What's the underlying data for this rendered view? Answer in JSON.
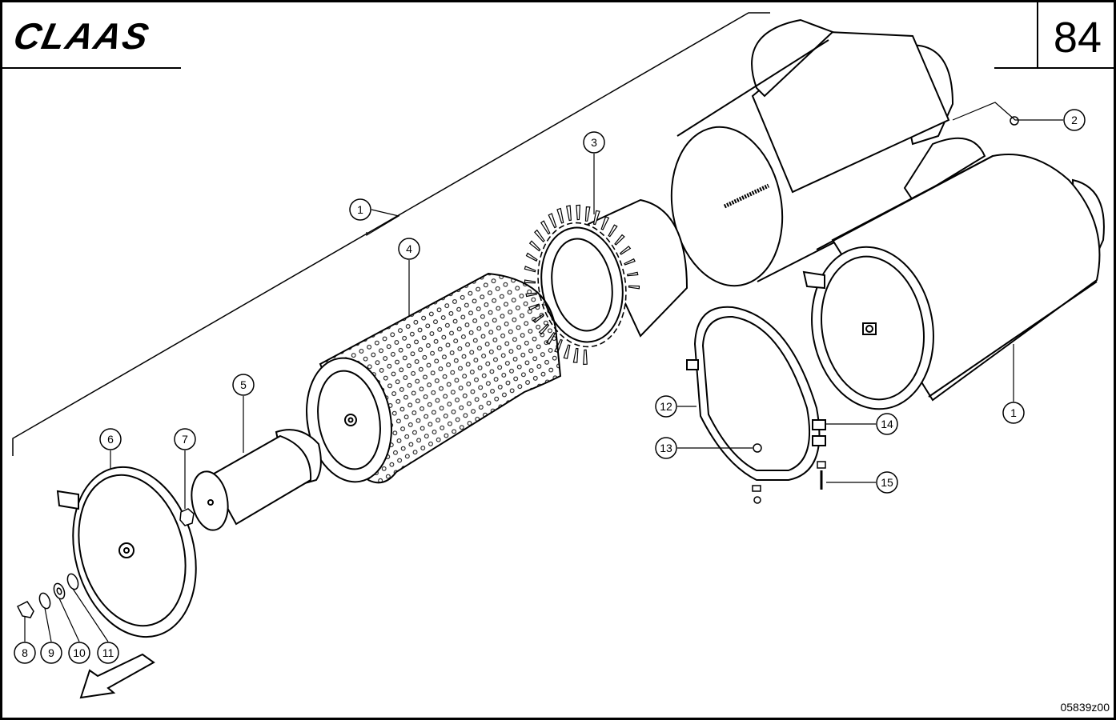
{
  "header": {
    "brand": "CLAAS",
    "page_number": "84"
  },
  "figure_code": "05839z00",
  "callouts": [
    "1",
    "2",
    "3",
    "4",
    "5",
    "6",
    "7",
    "8",
    "9",
    "10",
    "11",
    "12",
    "13",
    "14",
    "15"
  ],
  "colors": {
    "line": "#000000",
    "paper": "#ffffff"
  }
}
